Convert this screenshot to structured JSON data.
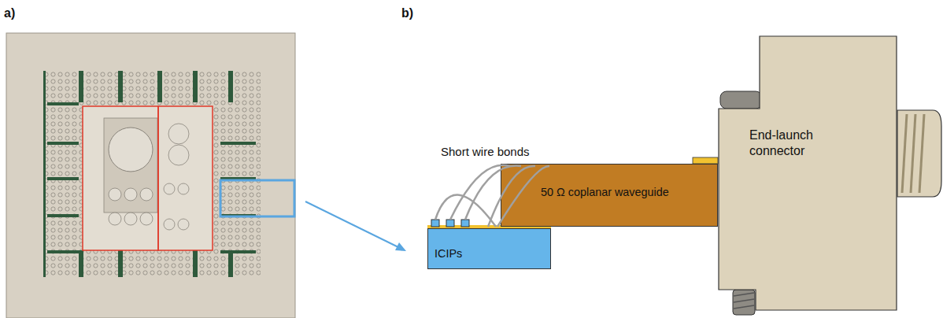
{
  "diagram": {
    "nodes": [
      {
        "text": [
          "ICIPs"
        ]
      },
      {
        "text": [
          "50 Ω coplanar waveguide"
        ]
      },
      {
        "text": [
          "End-launch connector"
        ]
      }
    ],
    "labels": [
      "a)",
      "b)",
      "Short wire bonds"
    ]
  }
}
